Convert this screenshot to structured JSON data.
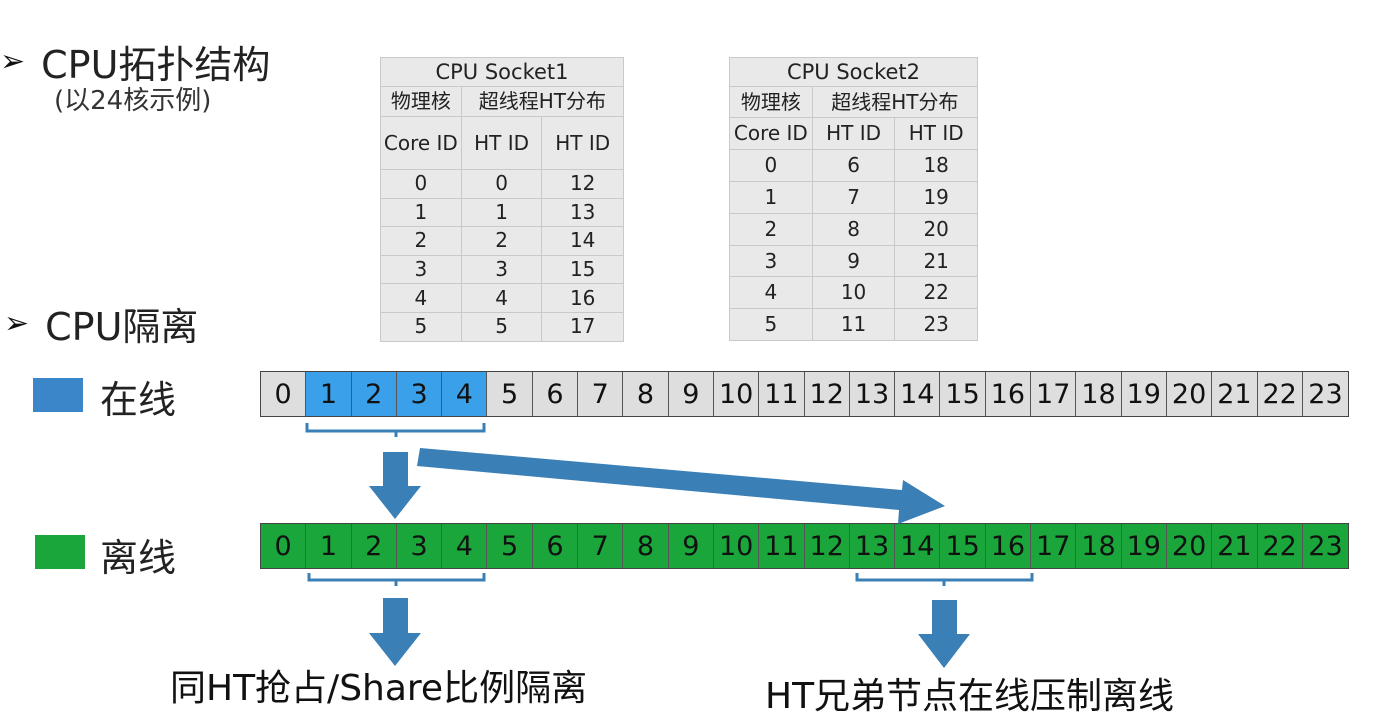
{
  "topology": {
    "bullet_symbol": "➢",
    "title": "CPU拓扑结构",
    "subtitle": "(以24核示例)"
  },
  "socket1": {
    "title": "CPU Socket1",
    "physical_core_header": "物理核",
    "ht_header": "超线程HT分布",
    "core_id_header": "Core ID",
    "ht_id_header_1": "HT ID",
    "ht_id_header_2": "HT ID",
    "rows": [
      [
        "0",
        "0",
        "12"
      ],
      [
        "1",
        "1",
        "13"
      ],
      [
        "2",
        "2",
        "14"
      ],
      [
        "3",
        "3",
        "15"
      ],
      [
        "4",
        "4",
        "16"
      ],
      [
        "5",
        "5",
        "17"
      ]
    ]
  },
  "socket2": {
    "title": "CPU Socket2",
    "physical_core_header": "物理核",
    "ht_header": "超线程HT分布",
    "core_id_header": "Core ID",
    "ht_id_header_1": "HT ID",
    "ht_id_header_2": "HT ID",
    "rows": [
      [
        "0",
        "6",
        "18"
      ],
      [
        "1",
        "7",
        "19"
      ],
      [
        "2",
        "8",
        "20"
      ],
      [
        "3",
        "9",
        "21"
      ],
      [
        "4",
        "10",
        "22"
      ],
      [
        "5",
        "11",
        "23"
      ]
    ]
  },
  "isolation": {
    "bullet_symbol": "➢",
    "title": "CPU隔离"
  },
  "legend": {
    "online_label": "在线",
    "offline_label": "离线",
    "online_color": "#3a86c8",
    "offline_color": "#1aa63a"
  },
  "cpu_ids": [
    "0",
    "1",
    "2",
    "3",
    "4",
    "5",
    "6",
    "7",
    "8",
    "9",
    "10",
    "11",
    "12",
    "13",
    "14",
    "15",
    "16",
    "17",
    "18",
    "19",
    "20",
    "21",
    "22",
    "23"
  ],
  "online_highlighted": [
    1,
    2,
    3,
    4
  ],
  "captions": {
    "left": "同HT抢占/Share比例隔离",
    "right": "HT兄弟节点在线压制离线"
  },
  "colors": {
    "online_cell": "#dedede",
    "online_highlight_cell": "#3aa0ea",
    "offline_cell": "#1aa63a",
    "arrow": "#3a7fb6",
    "bracket": "#3a7fb6"
  }
}
